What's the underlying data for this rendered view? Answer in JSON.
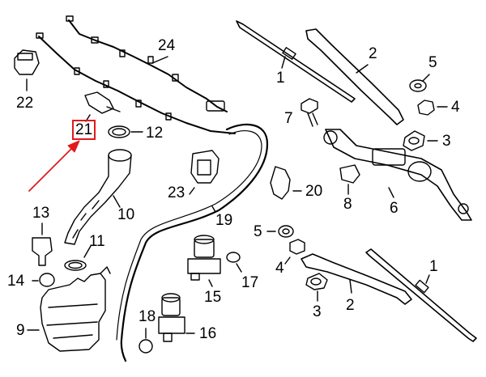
{
  "colors": {
    "line": "#000000",
    "highlight": "#e3191c",
    "background": "#ffffff"
  },
  "highlighted_part": "21",
  "callouts": {
    "p1a": "1",
    "p1b": "1",
    "p2a": "2",
    "p2b": "2",
    "p3a": "3",
    "p3b": "3",
    "p4a": "4",
    "p4b": "4",
    "p5a": "5",
    "p5b": "5",
    "p6": "6",
    "p7": "7",
    "p8": "8",
    "p9": "9",
    "p10": "10",
    "p11": "11",
    "p12": "12",
    "p13": "13",
    "p14": "14",
    "p15": "15",
    "p16": "16",
    "p17": "17",
    "p18": "18",
    "p19": "19",
    "p20": "20",
    "p21": "21",
    "p22": "22",
    "p23": "23",
    "p24": "24"
  }
}
